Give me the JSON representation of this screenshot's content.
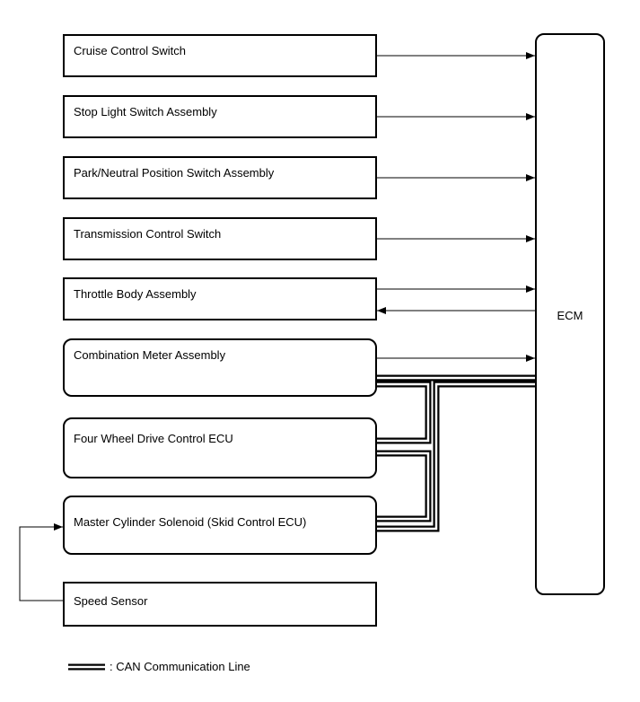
{
  "components": [
    {
      "id": "cruise",
      "label": "Cruise Control Switch"
    },
    {
      "id": "stop",
      "label": "Stop Light Switch Assembly"
    },
    {
      "id": "park",
      "label": "Park/Neutral Position Switch Assembly"
    },
    {
      "id": "trans",
      "label": "Transmission Control Switch"
    },
    {
      "id": "throttle",
      "label": "Throttle Body Assembly"
    },
    {
      "id": "meter",
      "label": "Combination Meter Assembly"
    },
    {
      "id": "fourwd",
      "label": "Four Wheel Drive Control ECU"
    },
    {
      "id": "master",
      "label": "Master Cylinder Solenoid (Skid Control ECU)"
    },
    {
      "id": "speed",
      "label": "Speed Sensor"
    }
  ],
  "ecm": {
    "label": "ECM"
  },
  "legend": {
    "text": ": CAN Communication Line"
  }
}
